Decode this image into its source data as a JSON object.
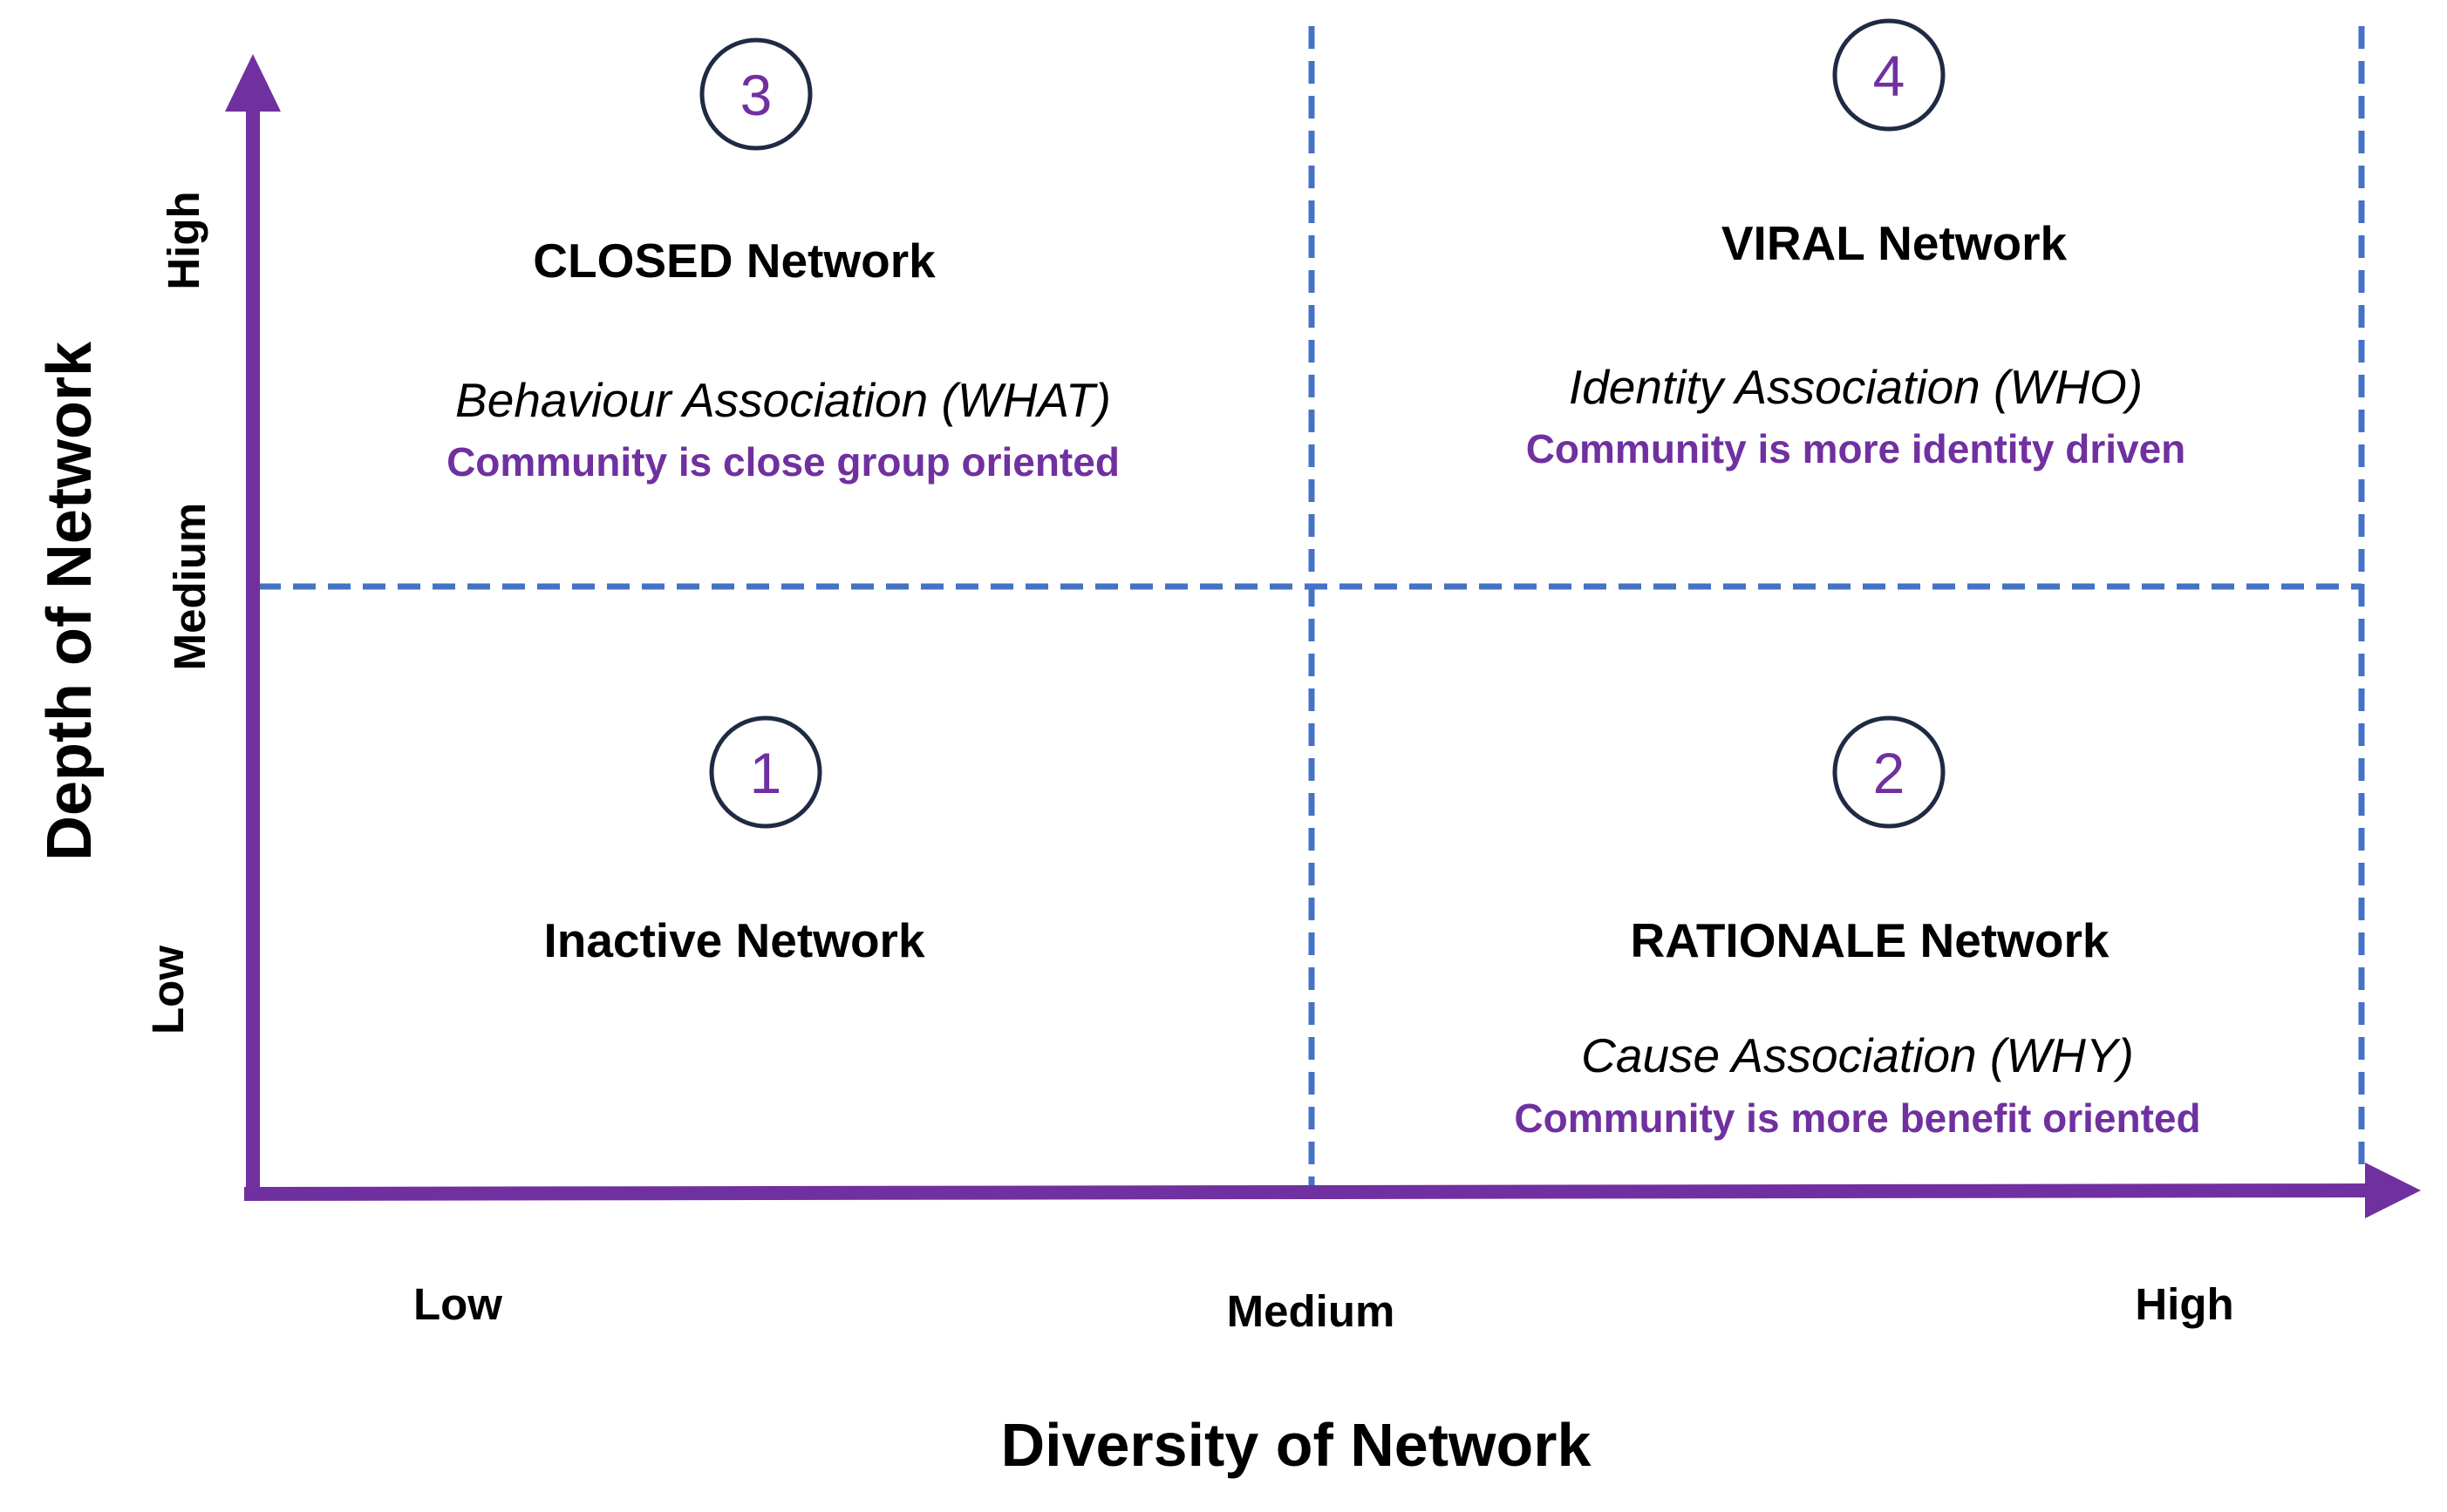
{
  "colors": {
    "axis": "#7030A0",
    "grid": "#4472C4",
    "circle": "#1F2A44",
    "number": "#7030A0",
    "text": "#000000",
    "accent_text": "#7030A0"
  },
  "axes": {
    "x": {
      "title": "Diversity of Network",
      "ticks": [
        "Low",
        "Medium",
        "High"
      ]
    },
    "y": {
      "title": "Depth of Network",
      "ticks": [
        "High",
        "Medium",
        "Low"
      ]
    }
  },
  "quadrants": [
    {
      "number": "3",
      "title": "CLOSED Network",
      "association": "Behaviour Association (WHAT)",
      "community": "Community is close group oriented"
    },
    {
      "number": "4",
      "title": "VIRAL Network",
      "association": "Identity Association (WHO)",
      "community": "Community is more identity driven"
    },
    {
      "number": "1",
      "title": "Inactive Network",
      "association": "",
      "community": ""
    },
    {
      "number": "2",
      "title": "RATIONALE Network",
      "association": "Cause Association (WHY)",
      "community": "Community is more benefit oriented"
    }
  ]
}
